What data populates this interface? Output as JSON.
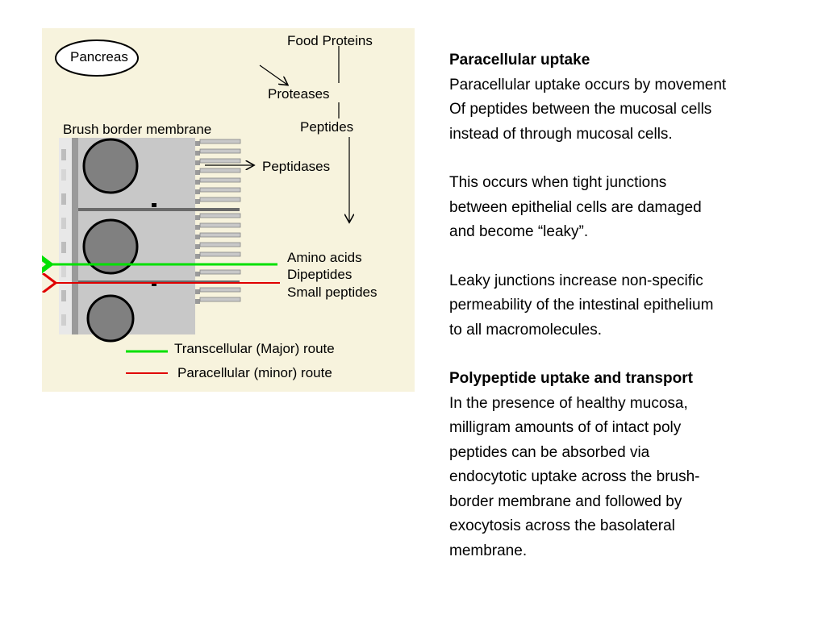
{
  "diagram": {
    "labels": {
      "food_proteins": "Food Proteins",
      "pancreas": "Pancreas",
      "proteases": "Proteases",
      "brush_border": "Brush border membrane",
      "peptides": "Peptides",
      "peptidases": "Peptidases",
      "amino_acids": "Amino acids",
      "dipeptides": "Dipeptides",
      "small_peptides": "Small peptides"
    },
    "legend": {
      "transcellular": "Transcellular (Major) route",
      "paracellular": "Paracellular (minor) route"
    },
    "colors": {
      "transcellular": "#00e000",
      "paracellular": "#e00000",
      "background": "#f7f3dd",
      "cell": "#c8c8c8",
      "nucleus": "#808080"
    }
  },
  "text": {
    "section1_heading": "Paracellular uptake",
    "section1_lines": [
      "Paracellular uptake occurs by movement",
      "Of peptides between the mucosal cells",
      "instead of through mucosal cells."
    ],
    "section2_lines": [
      "This occurs when tight junctions",
      "between epithelial cells are damaged",
      "and become “leaky”."
    ],
    "section3_lines": [
      "Leaky junctions increase non-specific",
      "permeability of the intestinal epithelium",
      "to all macromolecules."
    ],
    "section4_heading": "Polypeptide uptake and transport",
    "section4_lines": [
      "In the presence of healthy mucosa,",
      "milligram amounts of of intact poly",
      "peptides can be absorbed via",
      "endocytotic uptake across the brush-",
      "border membrane and followed by",
      "exocytosis across the basolateral",
      "membrane."
    ]
  }
}
